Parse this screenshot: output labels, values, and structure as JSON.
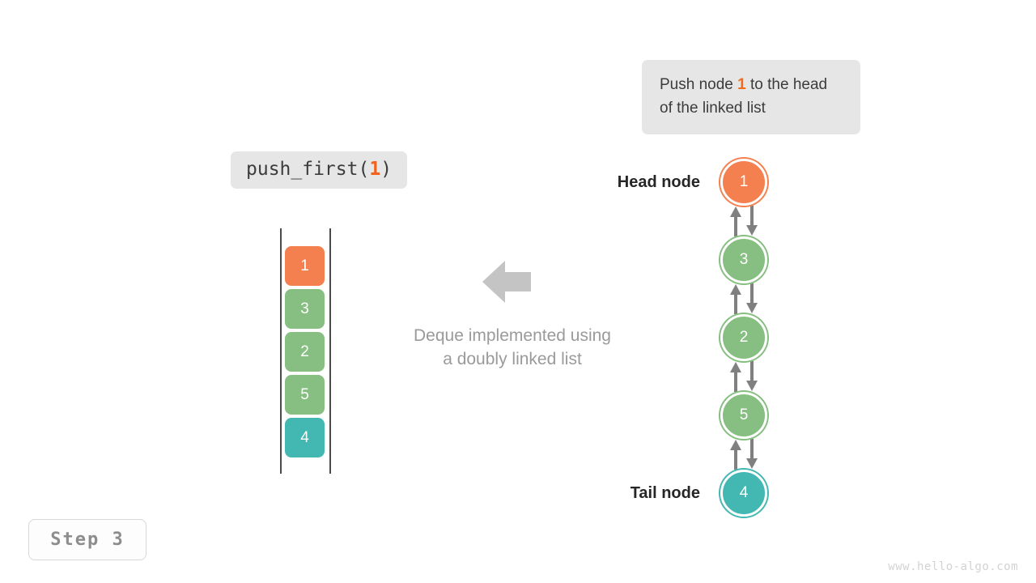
{
  "meta": {
    "watermark": "www.hello-algo.com",
    "step_label": "Step 3"
  },
  "colors": {
    "orange": "#f4804f",
    "orange_text": "#ef6c1a",
    "green": "#87be81",
    "teal": "#43b7b2",
    "arrow_gray": "#808080",
    "chip_bg": "#e6e6e6",
    "caption_gray": "#9a9a9a",
    "guide_line": "#4a4a4a"
  },
  "callout": {
    "prefix": "Push node ",
    "highlight": "1",
    "suffix": " to the head of the linked list"
  },
  "code_chip": {
    "prefix": "push_first(",
    "highlight": "1",
    "suffix": ")"
  },
  "caption": {
    "line1": "Deque implemented using",
    "line2": "a doubly linked list"
  },
  "array": {
    "cells": [
      {
        "value": "1",
        "color": "#f4804f"
      },
      {
        "value": "3",
        "color": "#87be81"
      },
      {
        "value": "2",
        "color": "#87be81"
      },
      {
        "value": "5",
        "color": "#87be81"
      },
      {
        "value": "4",
        "color": "#43b7b2"
      }
    ]
  },
  "linked_list": {
    "head_label": "Head node",
    "tail_label": "Tail node",
    "nodes": [
      {
        "value": "1",
        "color": "#f4804f",
        "label": "Head node"
      },
      {
        "value": "3",
        "color": "#87be81",
        "label": ""
      },
      {
        "value": "2",
        "color": "#87be81",
        "label": ""
      },
      {
        "value": "5",
        "color": "#87be81",
        "label": ""
      },
      {
        "value": "4",
        "color": "#43b7b2",
        "label": "Tail node"
      }
    ]
  },
  "icons": {
    "big_arrow": "arrow-left-icon",
    "link_arrows": "bidirectional-arrow-icon"
  }
}
